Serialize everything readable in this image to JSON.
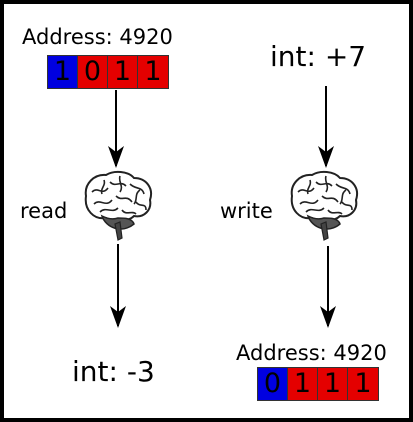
{
  "colors": {
    "blue": "#0000e0",
    "red": "#e40000",
    "frame": "#000000",
    "arrow": "#000000",
    "brain_fill": "#ffffff",
    "brain_stroke": "#222222",
    "cerebellum": "#555555"
  },
  "left": {
    "address_label": "Address: 4920",
    "bits": [
      {
        "value": "1",
        "color": "#0000e0"
      },
      {
        "value": "0",
        "color": "#e40000"
      },
      {
        "value": "1",
        "color": "#e40000"
      },
      {
        "value": "1",
        "color": "#e40000"
      }
    ],
    "op_label": "read",
    "result": "int: -3",
    "icon": "brain-icon"
  },
  "right": {
    "input": "int: +7",
    "op_label": "write",
    "address_label": "Address: 4920",
    "bits": [
      {
        "value": "0",
        "color": "#0000e0"
      },
      {
        "value": "1",
        "color": "#e40000"
      },
      {
        "value": "1",
        "color": "#e40000"
      },
      {
        "value": "1",
        "color": "#e40000"
      }
    ],
    "icon": "brain-icon"
  }
}
